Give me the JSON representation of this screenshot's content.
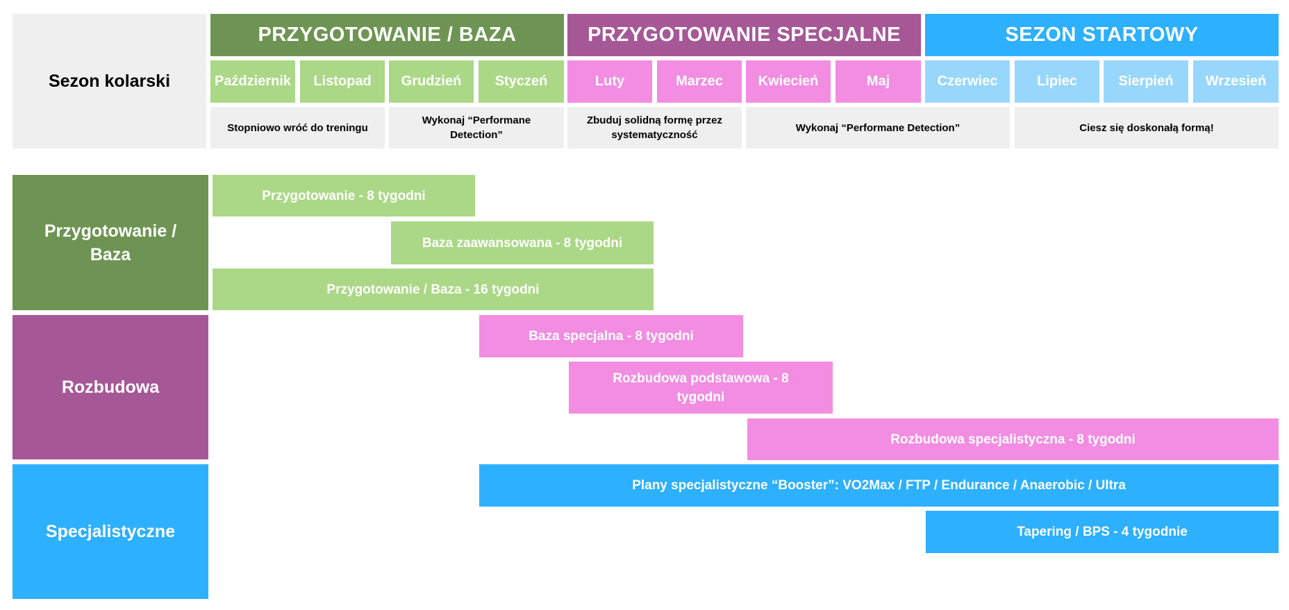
{
  "title": "Sezon kolarski",
  "phases": [
    {
      "label": "PRZYGOTOWANIE / BAZA"
    },
    {
      "label": "PRZYGOTOWANIE SPECJALNE"
    },
    {
      "label": "SEZON STARTOWY"
    }
  ],
  "months": [
    "Październik",
    "Listopad",
    "Grudzień",
    "Styczeń",
    "Luty",
    "Marzec",
    "Kwiecień",
    "Maj",
    "Czerwiec",
    "Lipiec",
    "Sierpień",
    "Wrzesień"
  ],
  "goals": [
    "Stopniowo wróć do treningu",
    "Wykonaj “Performane Detection”",
    "Zbuduj solidną formę przez systematyczność",
    "Wykonaj “Performane Detection”",
    "Ciesz się doskonałą formą!"
  ],
  "categories": [
    {
      "label": "Przygotowanie / Baza"
    },
    {
      "label": "Rozbudowa"
    },
    {
      "label": "Specjalistyczne"
    }
  ],
  "plans": [
    "Przygotowanie - 8 tygodni",
    "Baza zaawansowana - 8 tygodni",
    "Przygotowanie / Baza - 16 tygodni",
    "Baza specjalna - 8 tygodni",
    "Rozbudowa podstawowa - 8 tygodni",
    "Rozbudowa specjalistyczna - 8 tygodni",
    "Plany specjalistyczne “Booster”: VO2Max / FTP / Endurance / Anaerobic / Ultra",
    "Tapering / BPS - 4 tygodnie"
  ],
  "colors": {
    "base_dark": "#6e9453",
    "base_light": "#abd887",
    "build_dark": "#a65896",
    "build_light": "#f28de2",
    "race_dark": "#2db0fd",
    "race_light": "#98d7fc",
    "neutral": "#efefef"
  }
}
